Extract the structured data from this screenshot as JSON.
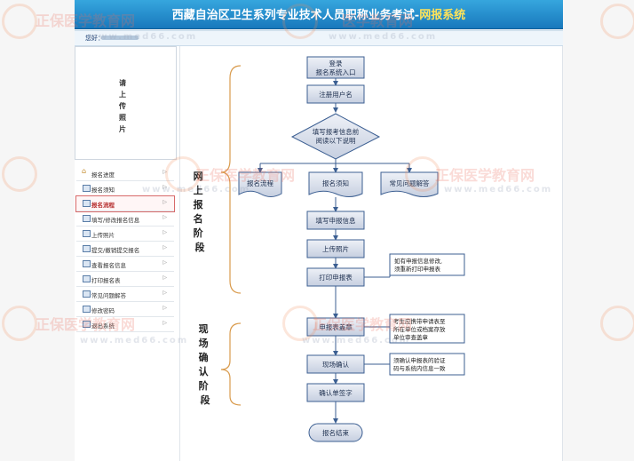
{
  "header": {
    "title": "西藏自治区卫生系列专业技术人员职称业务考试-",
    "title_accent": "网报系统"
  },
  "infobar": {
    "user_label": "您好："
  },
  "photo": {
    "placeholder_chars": [
      "请",
      "上",
      "传",
      "照",
      "片"
    ]
  },
  "menu": {
    "items": [
      {
        "label": "报名进度",
        "icon": "home-icon"
      },
      {
        "label": "报名须知",
        "icon": "doc-icon"
      },
      {
        "label": "报名流程",
        "icon": "doc-icon",
        "active": true
      },
      {
        "label": "填写/修改报名信息",
        "icon": "doc-icon"
      },
      {
        "label": "上传照片",
        "icon": "doc-icon"
      },
      {
        "label": "提交/撤销提交报名",
        "icon": "doc-icon"
      },
      {
        "label": "查看报名信息",
        "icon": "doc-icon"
      },
      {
        "label": "打印报名表",
        "icon": "doc-icon"
      },
      {
        "label": "常见问题解答",
        "icon": "doc-icon"
      },
      {
        "label": "修改密码",
        "icon": "doc-icon"
      },
      {
        "label": "退出系统",
        "icon": "doc-icon"
      }
    ],
    "arrow": "▷"
  },
  "flow": {
    "stage_online": [
      "网",
      "上",
      "报",
      "名",
      "阶",
      "段"
    ],
    "stage_onsite": [
      "现",
      "场",
      "确",
      "认",
      "阶",
      "段"
    ],
    "login_line1": "登录",
    "login_line2": "报名系统入口",
    "register": "注册用户名",
    "decision_line1": "填写报考信息前",
    "decision_line2": "阅读以下说明",
    "doc_process": "报名流程",
    "doc_notice": "报名须知",
    "doc_faq": "常见问题解答",
    "fill_form": "填写申报信息",
    "upload_photo": "上传照片",
    "print_form": "打印申报表",
    "note_print_line1": "如有申报信息修改,",
    "note_print_line2": "须重新打印申报表",
    "stamp": "申报表盖章",
    "note_stamp_line1": "考生应携带申请表至",
    "note_stamp_line2": "所在单位或档案存放",
    "note_stamp_line3": "单位审查盖章",
    "confirm": "现场确认",
    "note_confirm_line1": "须确认申报表的验证",
    "note_confirm_line2": "码与系统内信息一致",
    "sign": "确认单签字",
    "end": "报名结束"
  },
  "watermark": {
    "brand": "正保医学教育网",
    "brand_short": "医学教育网",
    "url": "www.med66.com"
  }
}
